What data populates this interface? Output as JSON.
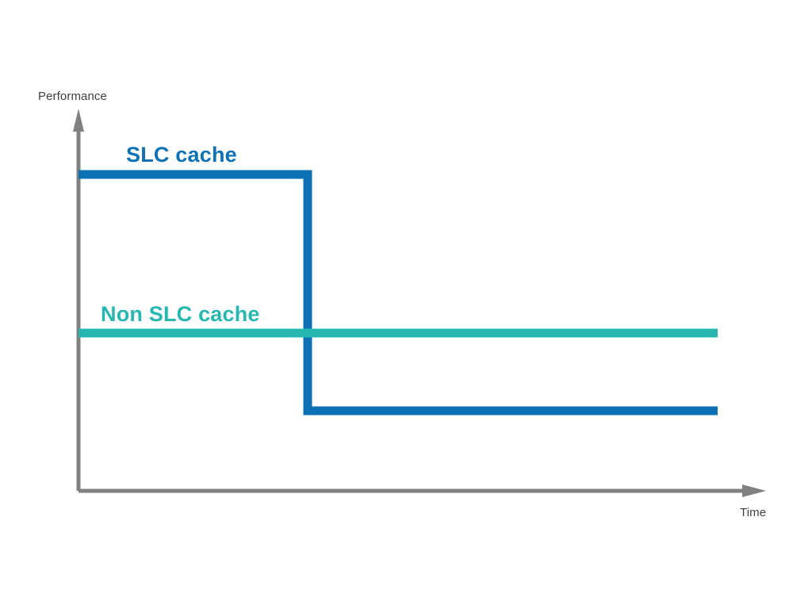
{
  "chart_data": {
    "type": "line",
    "title": "",
    "xlabel": "Time",
    "ylabel": "Performance",
    "grid": false,
    "legend_position": "inline-above-series",
    "axes": {
      "x_axis_label": "Time",
      "y_axis_label": "Performance",
      "x_ticks": [],
      "y_ticks": [],
      "x_range_qualitative": [
        "start",
        "end"
      ],
      "y_range_qualitative": [
        "low",
        "high"
      ],
      "axis_color": "#808080",
      "arrowheads": true
    },
    "series": [
      {
        "name": "SLC cache",
        "color": "#0c72b5",
        "type": "step",
        "label_text": "SLC cache",
        "points": [
          {
            "x": 0.0,
            "y": 0.88
          },
          {
            "x": 0.358,
            "y": 0.88
          },
          {
            "x": 0.358,
            "y": 0.21
          },
          {
            "x": 1.0,
            "y": 0.21
          }
        ],
        "description": "High sustained performance while SLC cache is available, then a sharp drop to a lower steady level once the cache is exhausted."
      },
      {
        "name": "Non SLC cache",
        "color": "#26b8b0",
        "type": "line",
        "label_text": "Non SLC cache",
        "points": [
          {
            "x": 0.0,
            "y": 0.5
          },
          {
            "x": 1.0,
            "y": 0.5
          }
        ],
        "description": "Constant mid-level performance for the entire duration."
      }
    ],
    "annotations": [
      {
        "text": "SLC cache",
        "color": "#0c72b5",
        "attached_to": "SLC cache"
      },
      {
        "text": "Non SLC cache",
        "color": "#26b8b0",
        "attached_to": "Non SLC cache"
      }
    ]
  },
  "colors": {
    "background": "#ffffff",
    "axis": "#808080",
    "slc_blue": "#0c72b5",
    "non_slc_teal": "#26b8b0",
    "label_gray": "#3f3f3f"
  }
}
